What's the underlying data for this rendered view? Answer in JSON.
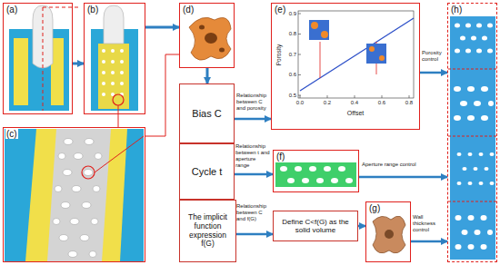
{
  "diagram": {
    "nodes": [
      {
        "text": [
          "(a)"
        ]
      },
      {
        "text": [
          "(b)"
        ]
      },
      {
        "text": [
          "(c)"
        ]
      },
      {
        "text": [
          "(d)"
        ]
      },
      {
        "text": [
          "Bias C"
        ]
      },
      {
        "text": [
          "Cycle t"
        ]
      },
      {
        "text": [
          "The implicit function expression f(G)"
        ]
      },
      {
        "text": [
          "(e)"
        ]
      },
      {
        "text": [
          "(f)"
        ]
      },
      {
        "text": [
          "Define C<f(G) as the solid volume"
        ]
      },
      {
        "text": [
          "(g)"
        ]
      },
      {
        "text": [
          "(h)"
        ]
      }
    ],
    "edges": [
      {
        "from": 0,
        "to": 1,
        "arrow": "to"
      },
      {
        "from": 1,
        "to": 2,
        "arrow": "none"
      },
      {
        "from": 2,
        "to": 3,
        "arrow": "none"
      },
      {
        "from": 1,
        "to": 3,
        "arrow": "to"
      },
      {
        "from": 3,
        "to": 4,
        "arrow": "to"
      },
      {
        "from": 4,
        "to": 7,
        "arrow": "to",
        "label": "Relationship between C and porosity"
      },
      {
        "from": 5,
        "to": 8,
        "arrow": "to",
        "label": "Relationship between t and aperture range"
      },
      {
        "from": 6,
        "to": 9,
        "arrow": "to",
        "label": "Relationship between C and f(G)"
      },
      {
        "from": 9,
        "to": 10,
        "arrow": "to"
      },
      {
        "from": 7,
        "to": 11,
        "arrow": "to",
        "label": "Porosity control"
      },
      {
        "from": 8,
        "to": 11,
        "arrow": "to",
        "label": "Aperture range control"
      },
      {
        "from": 10,
        "to": 11,
        "arrow": "to",
        "label": "Wall thickness control"
      }
    ],
    "labels": [
      "Porosity",
      "Offset",
      "0.9",
      "0.8",
      "0.7",
      "0.6",
      "0.5",
      "0.0",
      "0.2",
      "0.4",
      "0.6",
      "0.8"
    ]
  }
}
